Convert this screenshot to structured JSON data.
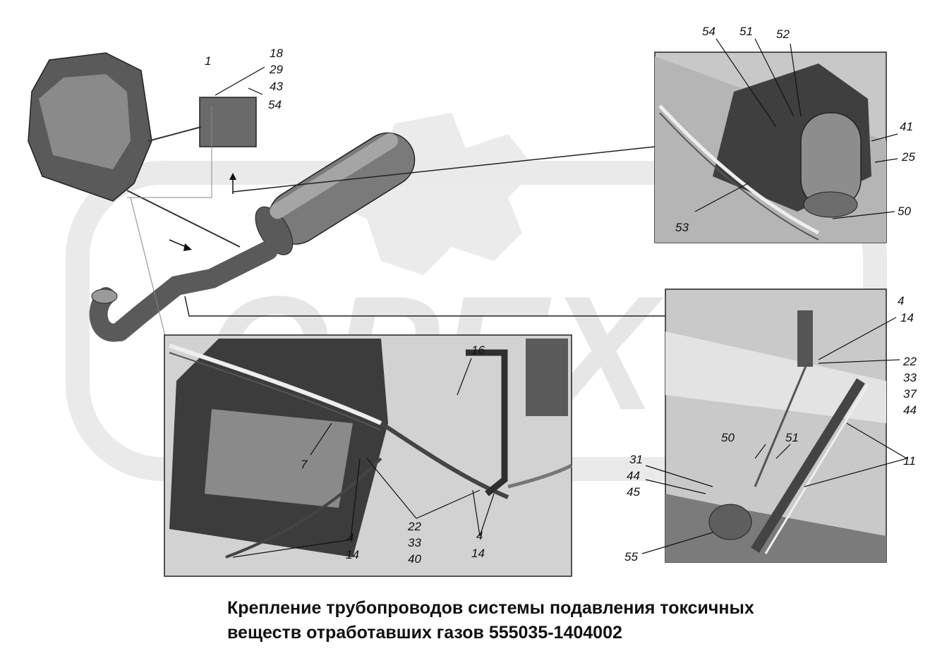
{
  "title": {
    "line1": "Крепление трубопроводов системы подавления токсичных",
    "line2": "веществ отработавших газов 555035-1404002"
  },
  "watermark": {
    "text": "ОРЕХ",
    "color": "#d9d9d9"
  },
  "colors": {
    "line": "#222222",
    "panel_bg": "#cfcfcf",
    "part_dark": "#4a4a4a",
    "part_mid": "#8a8a8a"
  },
  "callouts": {
    "main": [
      "1",
      "18",
      "29",
      "43",
      "54"
    ],
    "top_right": [
      "54",
      "51",
      "52",
      "41",
      "25",
      "50",
      "53"
    ],
    "bottom_left": [
      "16",
      "7",
      "22",
      "33",
      "40",
      "4",
      "14",
      "4",
      "14"
    ],
    "bottom_right": [
      "4",
      "14",
      "22",
      "33",
      "37",
      "44",
      "50",
      "51",
      "11",
      "31",
      "44",
      "45",
      "55"
    ]
  }
}
